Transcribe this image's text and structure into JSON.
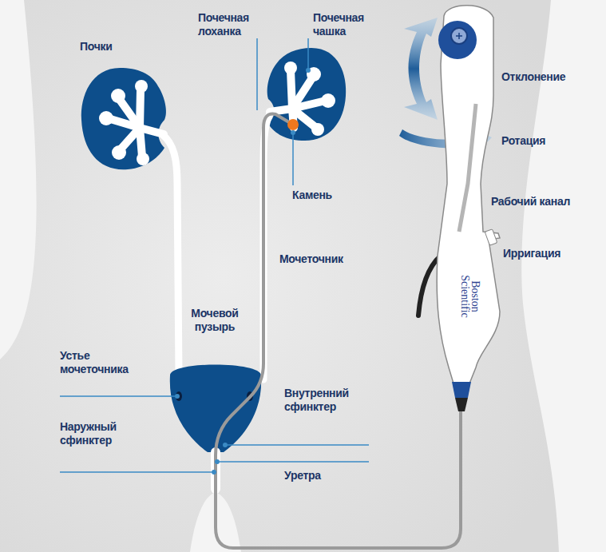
{
  "diagram": {
    "labels": [
      "Почки",
      "Почечная лоханка",
      "Почечная чашка",
      "Камень",
      "Мочеточник",
      "Мочевой пузырь",
      "Устье мочеточника",
      "Внутренний сфинктер",
      "Наружный сфинктер",
      "Уретра",
      "Отклонение",
      "Ротация",
      "Рабочий канал",
      "Ирригация",
      "Boston Scientific"
    ]
  }
}
